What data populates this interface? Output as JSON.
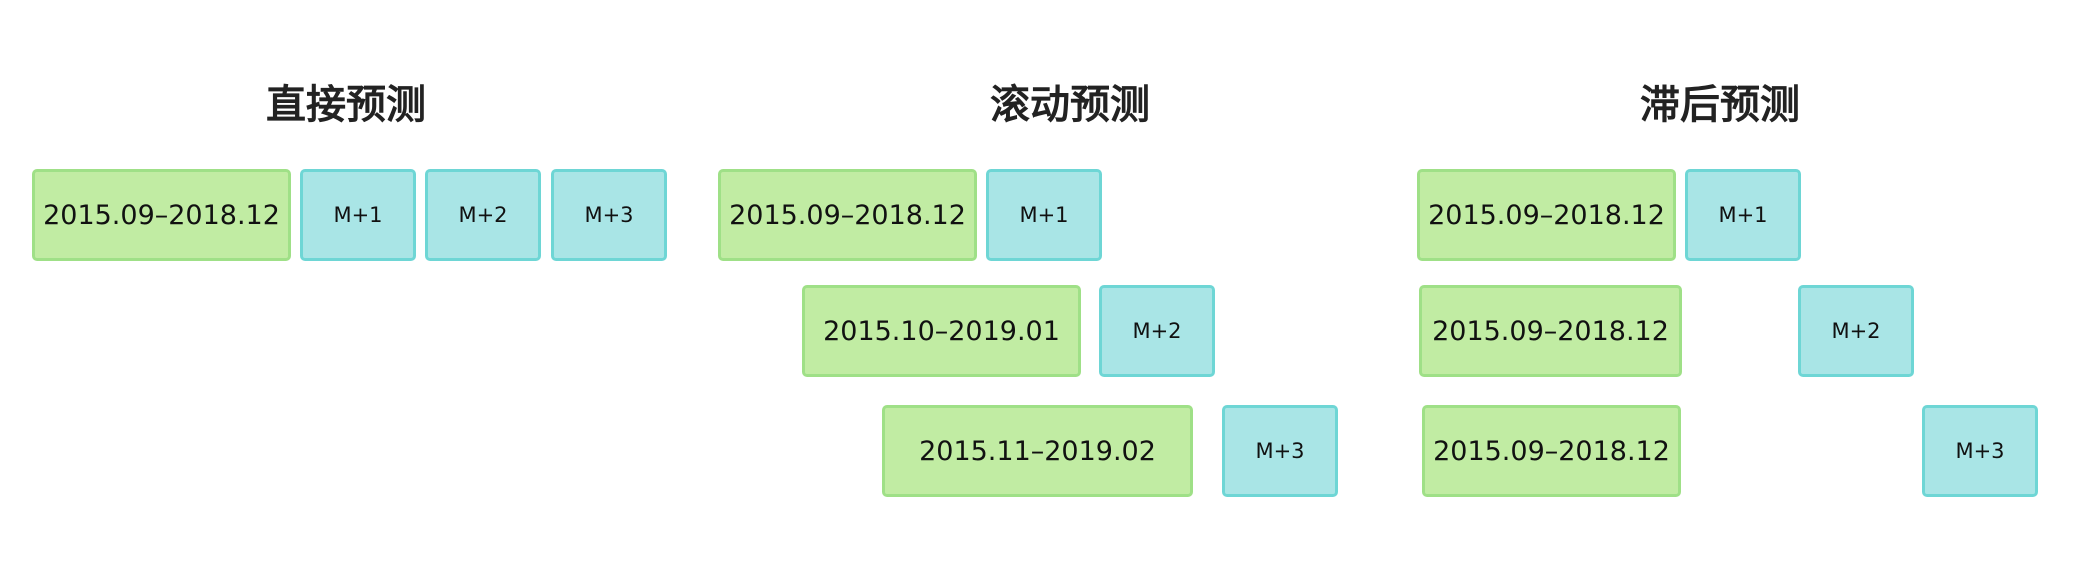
{
  "panels": [
    {
      "title": "直接预测",
      "train": [
        "2015.09–2018.12"
      ],
      "preds": [
        "M+1",
        "M+2",
        "M+3"
      ]
    },
    {
      "title": "滚动预测",
      "train": [
        "2015.09–2018.12",
        "2015.10–2019.01",
        "2015.11–2019.02"
      ],
      "preds": [
        "M+1",
        "M+2",
        "M+3"
      ]
    },
    {
      "title": "滞后预测",
      "train": [
        "2015.09–2018.12",
        "2015.09–2018.12",
        "2015.09–2018.12"
      ],
      "preds": [
        "M+1",
        "M+2",
        "M+3"
      ]
    }
  ],
  "colors": {
    "train_fill": "#c1eca3",
    "train_border": "#9fe087",
    "pred_fill": "#a9e5e6",
    "pred_border": "#6ed6d5"
  }
}
